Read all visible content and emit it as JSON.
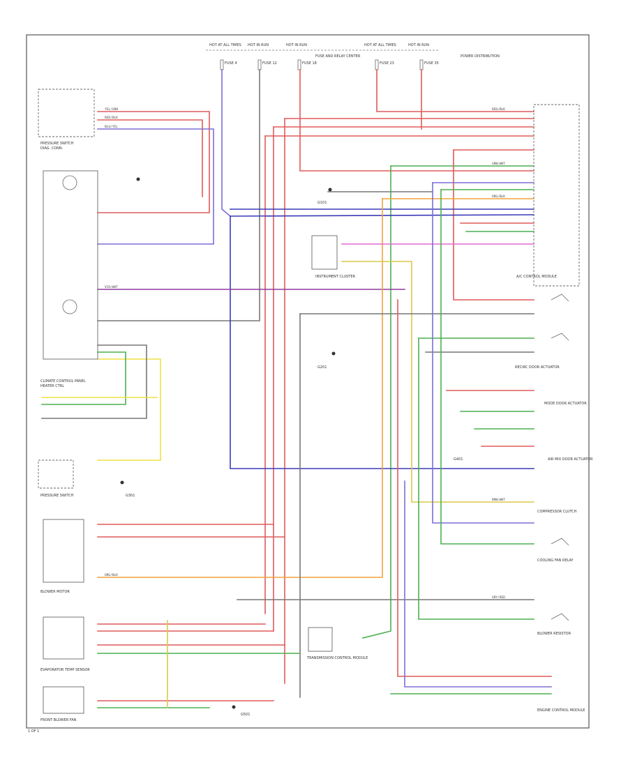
{
  "fuse_panel": {
    "feeds": [
      {
        "id": "feed1",
        "label": "HOT AT ALL TIMES"
      },
      {
        "id": "feed2",
        "label": "HOT IN RUN"
      },
      {
        "id": "feed3",
        "label": "HOT IN RUN"
      },
      {
        "id": "feed4",
        "label": "HOT AT ALL TIMES"
      },
      {
        "id": "feed5",
        "label": "HOT IN RUN"
      }
    ],
    "fuses": [
      {
        "id": "f1",
        "label": "FUSE 4"
      },
      {
        "id": "f2",
        "label": "FUSE 12"
      },
      {
        "id": "f3",
        "label": "FUSE 18"
      },
      {
        "id": "f4",
        "label": "FUSE 23"
      },
      {
        "id": "f5",
        "label": "FUSE 35"
      }
    ],
    "notes": [
      {
        "id": "n1",
        "label": "FUSE AND RELAY CENTER"
      },
      {
        "id": "n2",
        "label": "POWER DISTRIBUTION"
      }
    ]
  },
  "components": {
    "comp1": {
      "label": "PRESSURE SWITCH",
      "sub": "DIAG. CONN."
    },
    "comp2": {
      "label": "CLIMATE CONTROL PANEL",
      "sub": "HEATER CTRL"
    },
    "comp3": {
      "label": "PRESSURE SWITCH"
    },
    "comp4": {
      "label": "INSTRUMENT CLUSTER"
    },
    "comp5": {
      "label": "BLOWER MOTOR"
    },
    "comp6": {
      "label": "EVAPORATOR TEMP SENSOR"
    },
    "comp7": {
      "label": "RECIRC DOOR ACTUATOR"
    },
    "comp8": {
      "label": "MODE DOOR ACTUATOR"
    },
    "comp9": {
      "label": "AIR MIX DOOR ACTUATOR"
    },
    "comp10": {
      "label": "A/C CONTROL MODULE"
    },
    "comp11": {
      "label": "COMPRESSOR CLUTCH"
    },
    "comp12": {
      "label": "COOLING FAN RELAY"
    },
    "comp13": {
      "label": "TRANSMISSION CONTROL MODULE"
    },
    "comp14": {
      "label": "ENGINE CONTROL MODULE"
    },
    "comp15": {
      "label": "BLOWER RESISTOR"
    },
    "comp16": {
      "label": "FRONT BLOWER FAN"
    }
  },
  "grounds": [
    {
      "id": "g1",
      "label": "G101"
    },
    {
      "id": "g2",
      "label": "G201"
    },
    {
      "id": "g3",
      "label": "G301"
    },
    {
      "id": "g4",
      "label": "G401"
    },
    {
      "id": "g5",
      "label": "G501"
    }
  ],
  "wire_labels": {
    "w1": "BLU/YEL",
    "w2": "RED/BLK",
    "w3": "GRN/WHT",
    "w4": "ORG/BLK",
    "w5": "VIO/WHT",
    "w6": "YEL/GRN",
    "w7": "BRN/WHT",
    "w8": "GRY/RED"
  },
  "page_ref": "1 OF 1"
}
